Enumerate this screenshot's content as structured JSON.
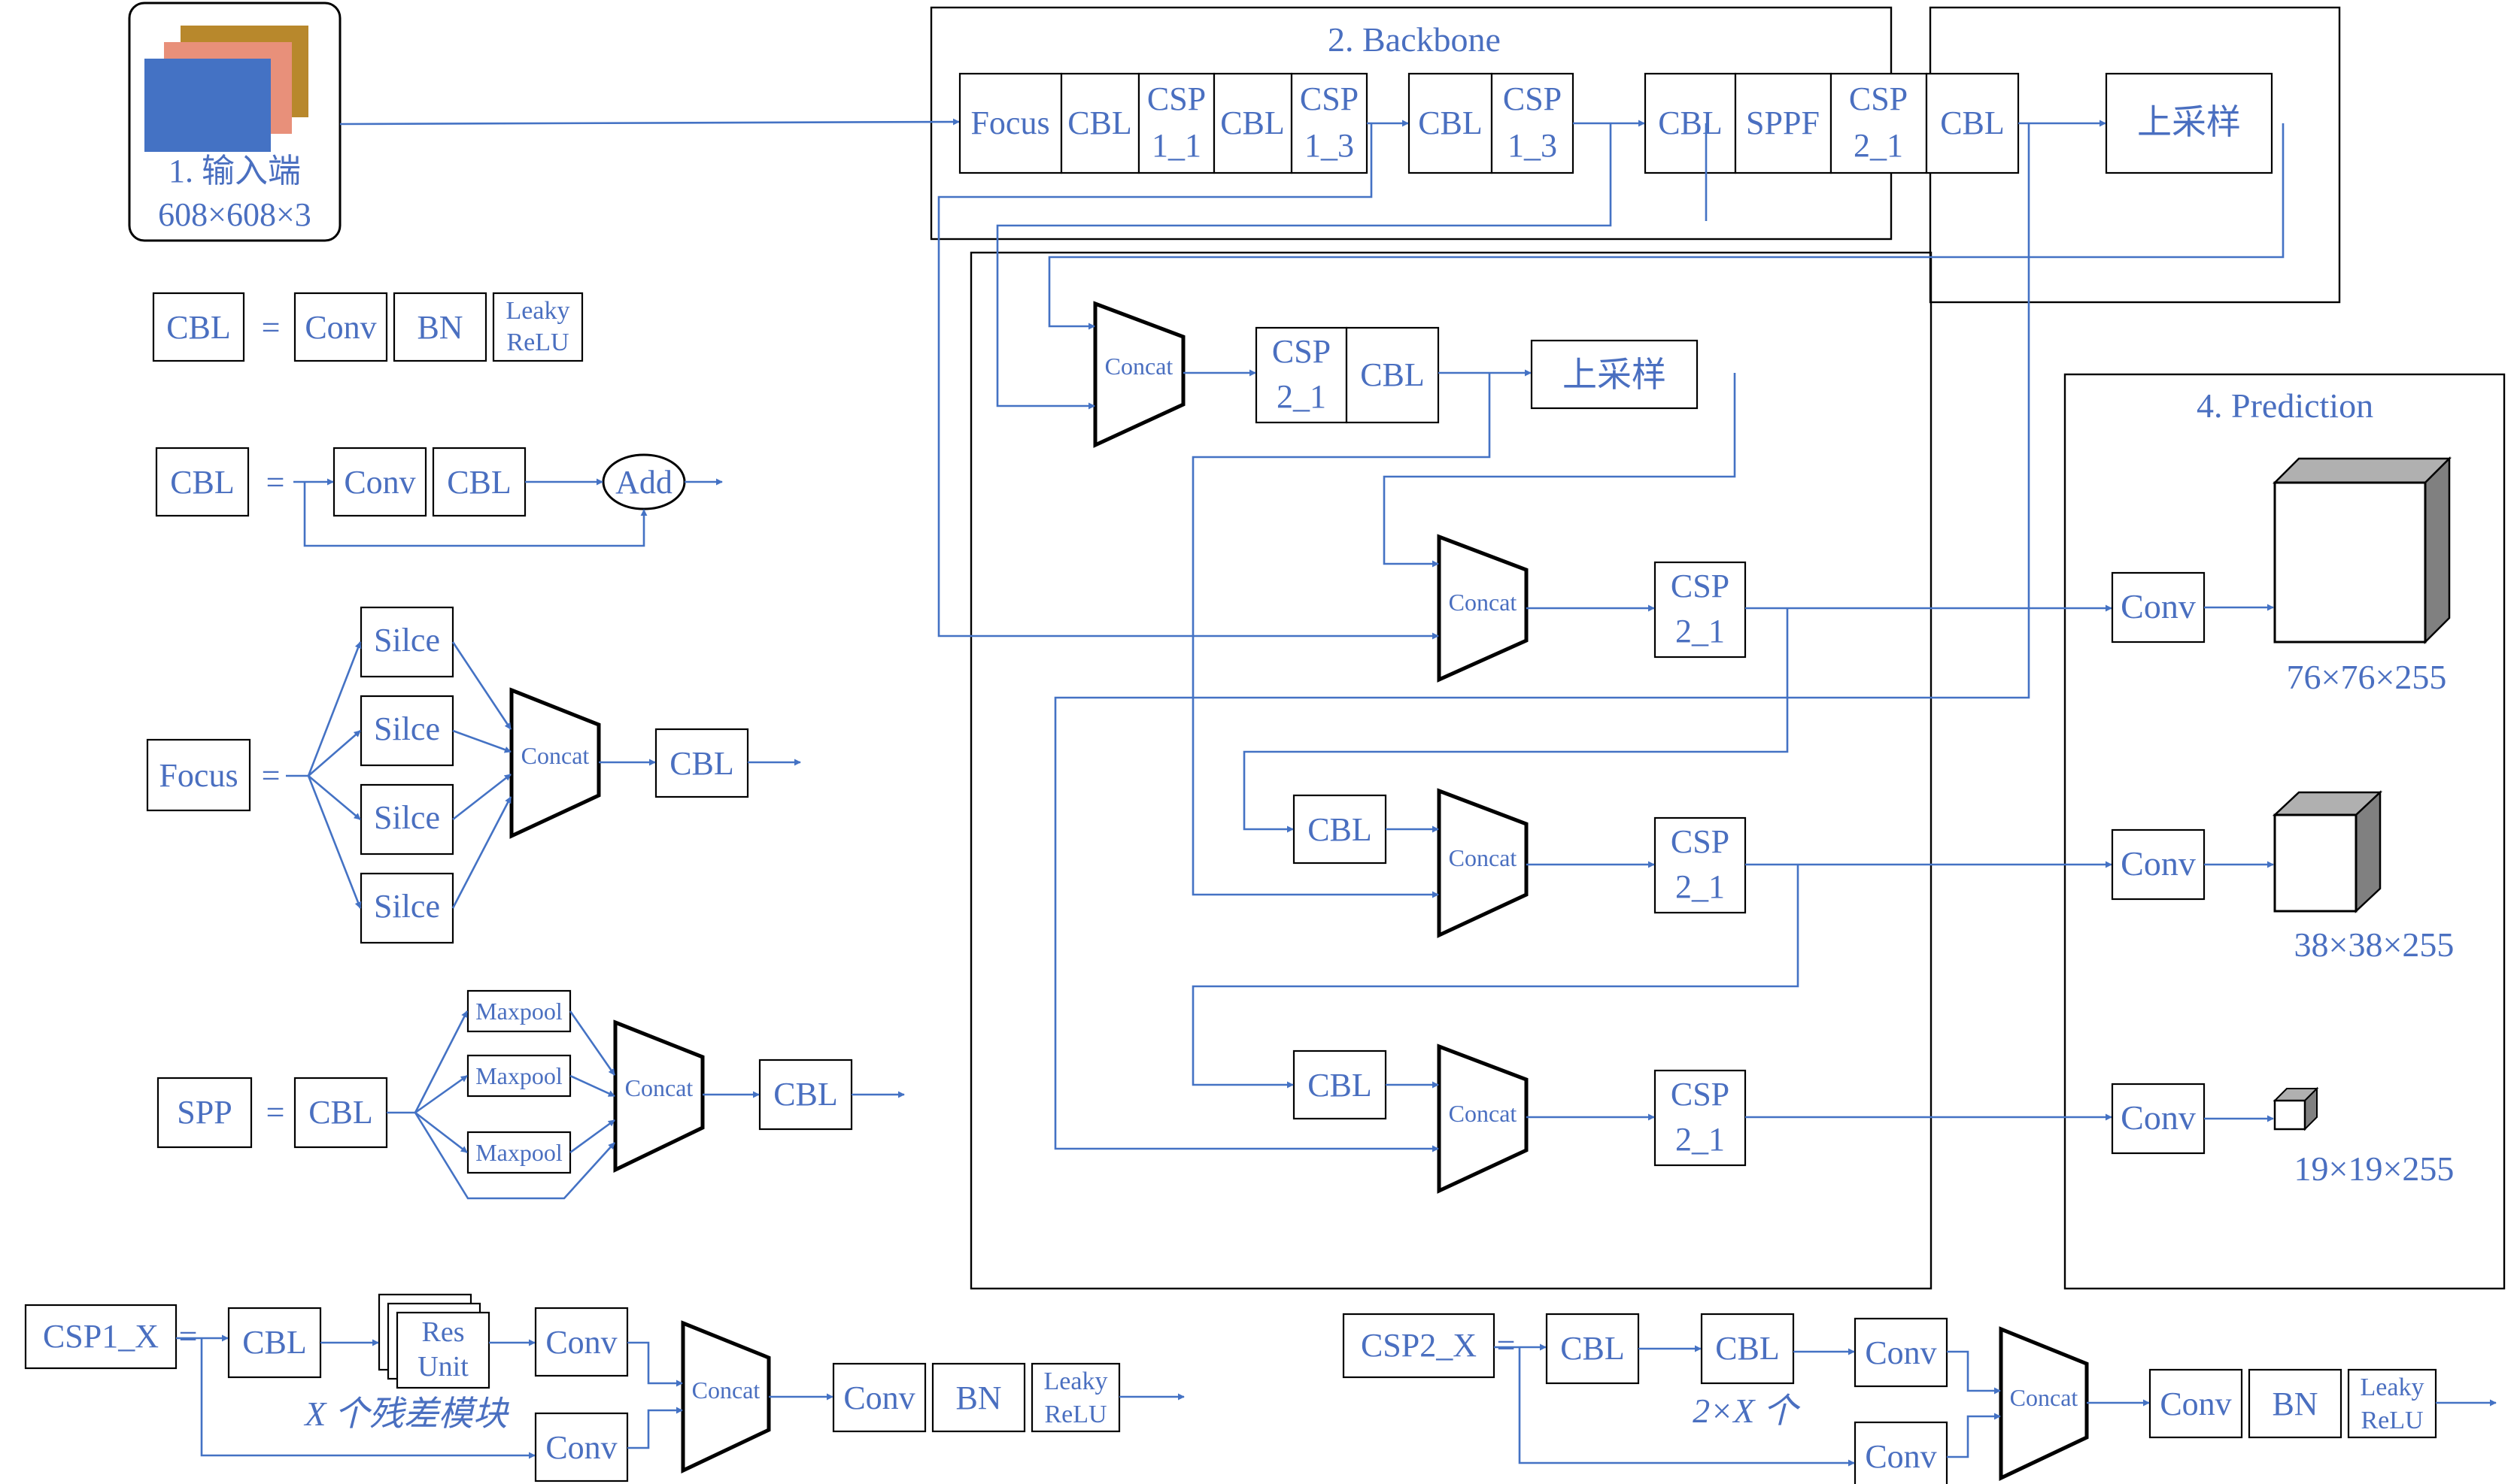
{
  "input": {
    "label": "1. 输入端",
    "size": "608×608×3"
  },
  "sections": {
    "backbone": "2. Backbone",
    "prediction": "4. Prediction"
  },
  "blocks": {
    "focus": "Focus",
    "cbl": "CBL",
    "csp": "CSP",
    "csp1_1": "1_1",
    "csp1_3": "1_3",
    "csp2_1": "2_1",
    "sppf": "SPPF",
    "upsample": "上采样",
    "concat": "Concat",
    "conv": "Conv"
  },
  "outputs": [
    "76×76×255",
    "38×38×255",
    "19×19×255"
  ],
  "legend": {
    "cbl_def": {
      "name": "CBL",
      "eq": "=",
      "parts": [
        "Conv",
        "BN"
      ],
      "act1": "Leaky",
      "act2": "ReLU"
    },
    "res_def": {
      "name": "CBL",
      "eq": "=",
      "parts": [
        "Conv",
        "CBL"
      ],
      "add": "Add"
    },
    "focus_def": {
      "name": "Focus",
      "eq": "=",
      "slice": "Silce",
      "concat": "Concat",
      "out": "CBL"
    },
    "spp_def": {
      "name": "SPP",
      "eq": "=",
      "cbl": "CBL",
      "maxpool": "Maxpool",
      "concat": "Concat",
      "out": "CBL"
    },
    "csp1_def": {
      "name": "CSP1_X",
      "eq": "=",
      "cbl": "CBL",
      "res1": "Res",
      "res2": "Unit",
      "note": "X 个残差模块",
      "conv": "Conv",
      "concat": "Concat",
      "bn": "BN",
      "act1": "Leaky",
      "act2": "ReLU"
    },
    "csp2_def": {
      "name": "CSP2_X",
      "eq": "=",
      "cbl": "CBL",
      "note": "2×X 个",
      "conv": "Conv",
      "concat": "Concat",
      "bn": "BN",
      "act1": "Leaky",
      "act2": "ReLU"
    }
  },
  "colors": {
    "line": "#4472c4",
    "text": "#4a6fc0",
    "input_front": "#4472c4",
    "input_mid": "#e8907a",
    "input_back": "#b8882c",
    "cube_side": "#808080"
  }
}
